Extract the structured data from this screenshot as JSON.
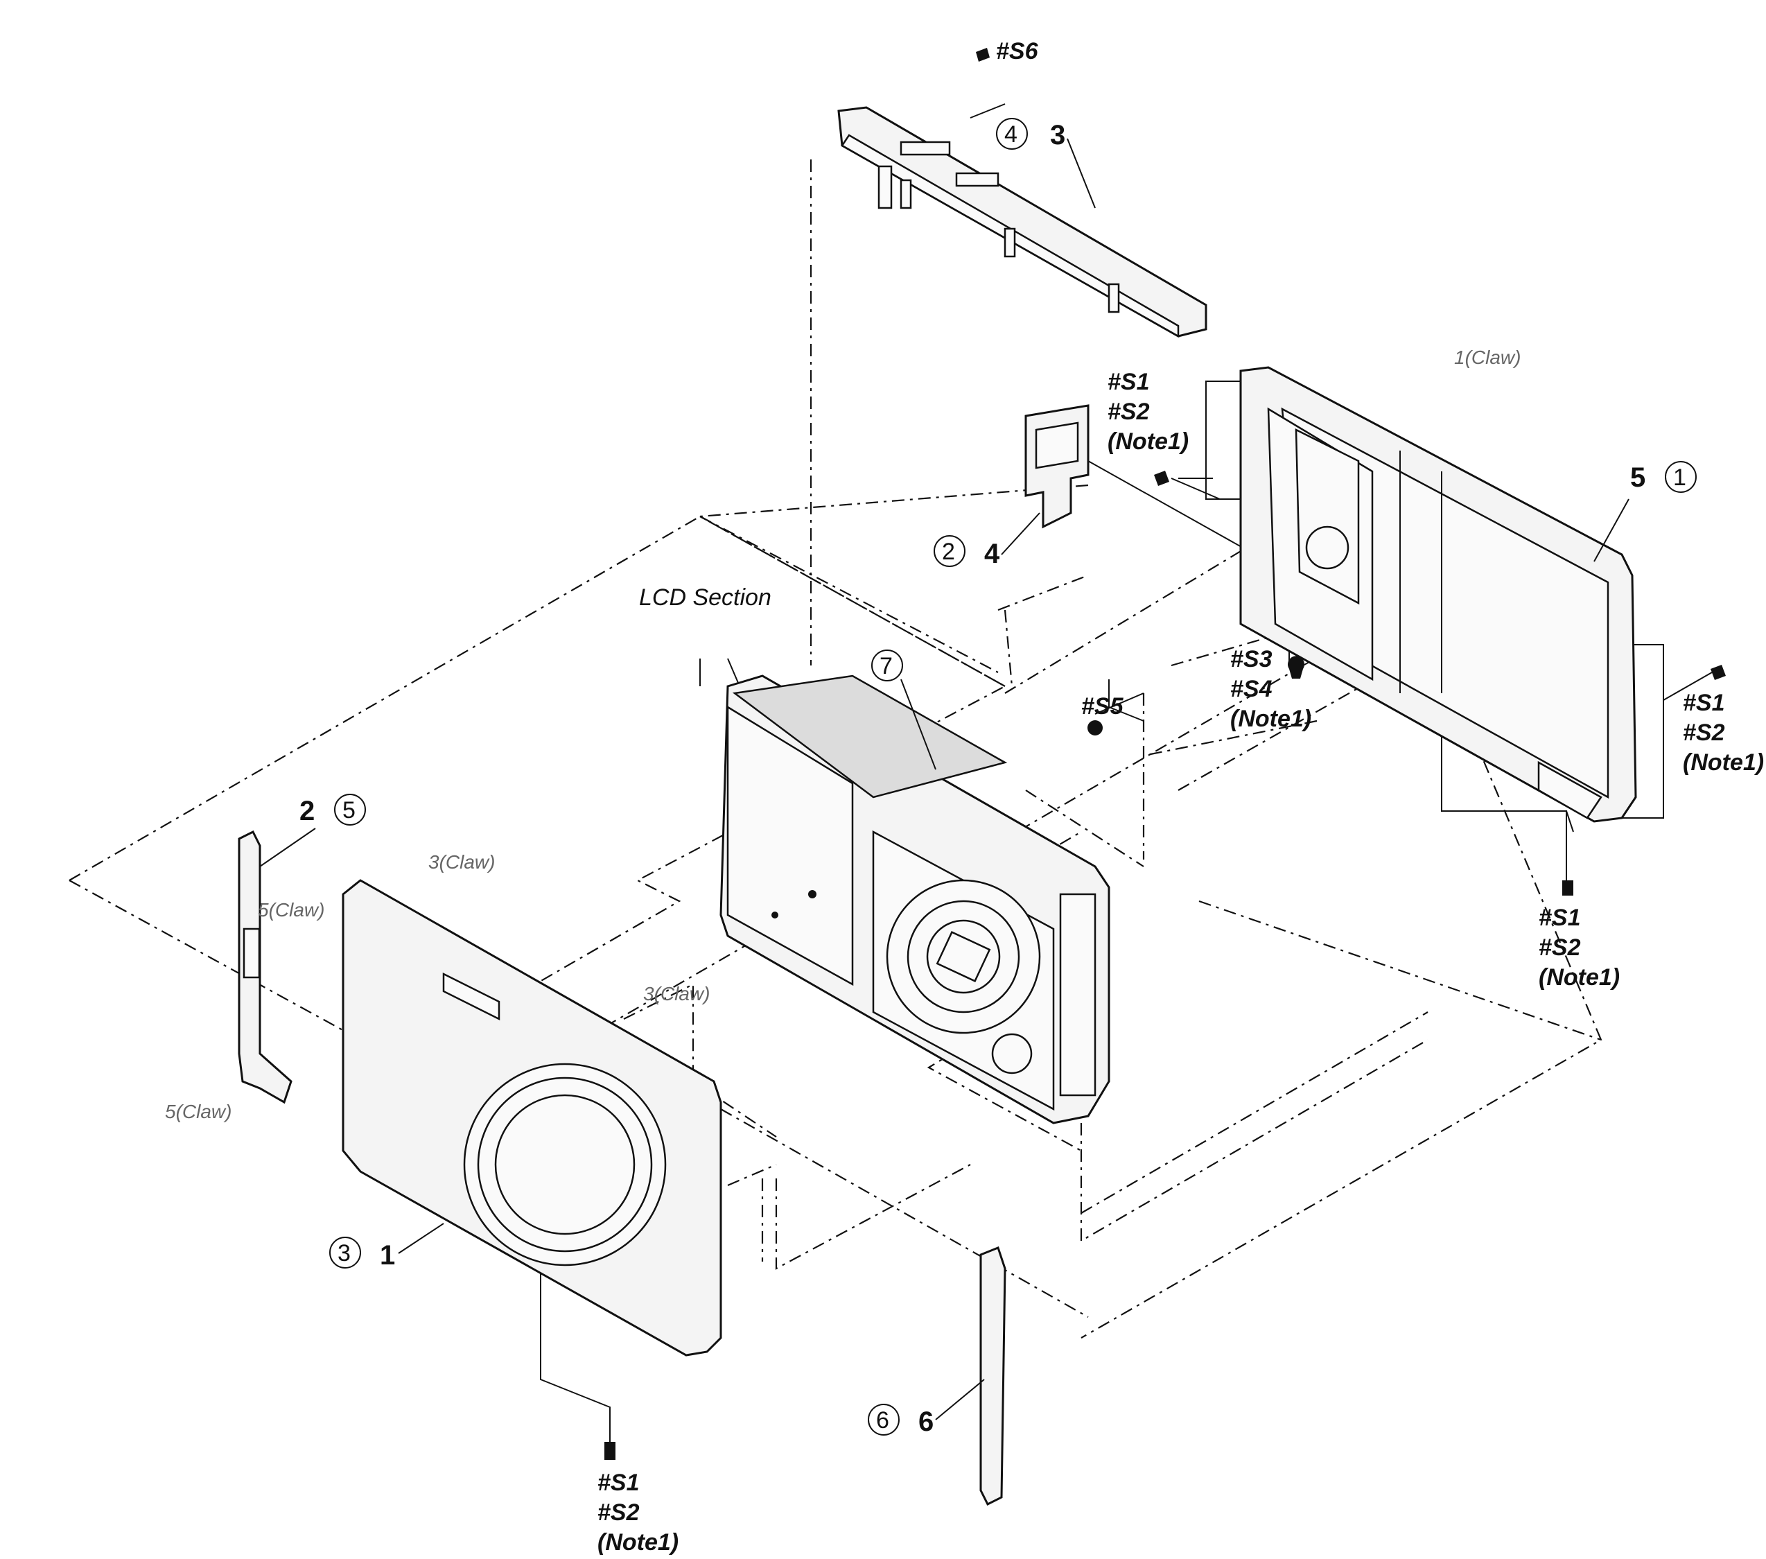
{
  "diagram": {
    "section_title": "LCD Section",
    "screws": {
      "s1": "#S1",
      "s2": "#S2",
      "s3": "#S3",
      "s4": "#S4",
      "s5": "#S5",
      "s6": "#S6",
      "note": "(Note1)"
    },
    "claws": {
      "c1": "1(Claw)",
      "c3a": "3(Claw)",
      "c3b": "3(Claw)",
      "c5a": "5(Claw)",
      "c5b": "5(Claw)"
    },
    "parts": [
      {
        "number": "1",
        "step": "3"
      },
      {
        "number": "2",
        "step": "5"
      },
      {
        "number": "3",
        "step": "4"
      },
      {
        "number": "4",
        "step": "2"
      },
      {
        "number": "5",
        "step": "1"
      },
      {
        "number": "6",
        "step": "6"
      }
    ],
    "step_7": "7"
  }
}
